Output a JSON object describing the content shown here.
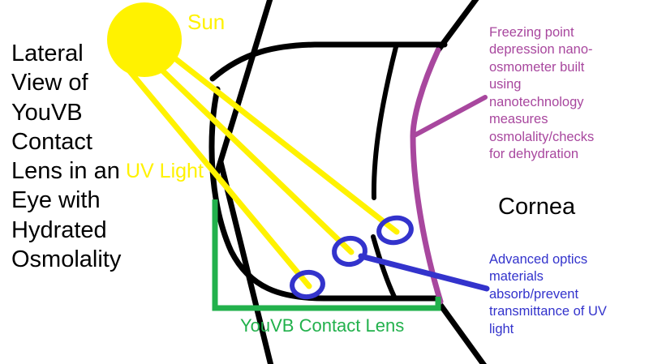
{
  "diagram": {
    "title_lines": "Lateral\nView of\nYouVB\nContact\nLens in an\nEye with\nHydrated\nOsmolality",
    "labels": {
      "sun": "Sun",
      "uv_light": "UV Light",
      "cornea": "Cornea",
      "contact_lens": "YouVB Contact Lens"
    },
    "annotations": {
      "osmometer": "Freezing point depression nano-osmometer built using nanotechnology measures osmolality/checks for dehydration",
      "optics": "Advanced optics materials absorb/prevent transmittance of UV light"
    },
    "colors": {
      "sun_yellow": "#FFF200",
      "uv_ray_yellow": "#FFF200",
      "lens_green": "#22B14C",
      "osmometer_purple": "#A8479E",
      "optics_blue": "#3333CC",
      "eye_outline_black": "#000000",
      "background_white": "#FFFFFF"
    },
    "elements": {
      "sun_shape": "sun-circle",
      "ray_count": 3,
      "uv_absorption_marker_count": 3,
      "lens_shape": "green-rectangle-outline",
      "osmometer_shape": "purple-curve"
    }
  }
}
